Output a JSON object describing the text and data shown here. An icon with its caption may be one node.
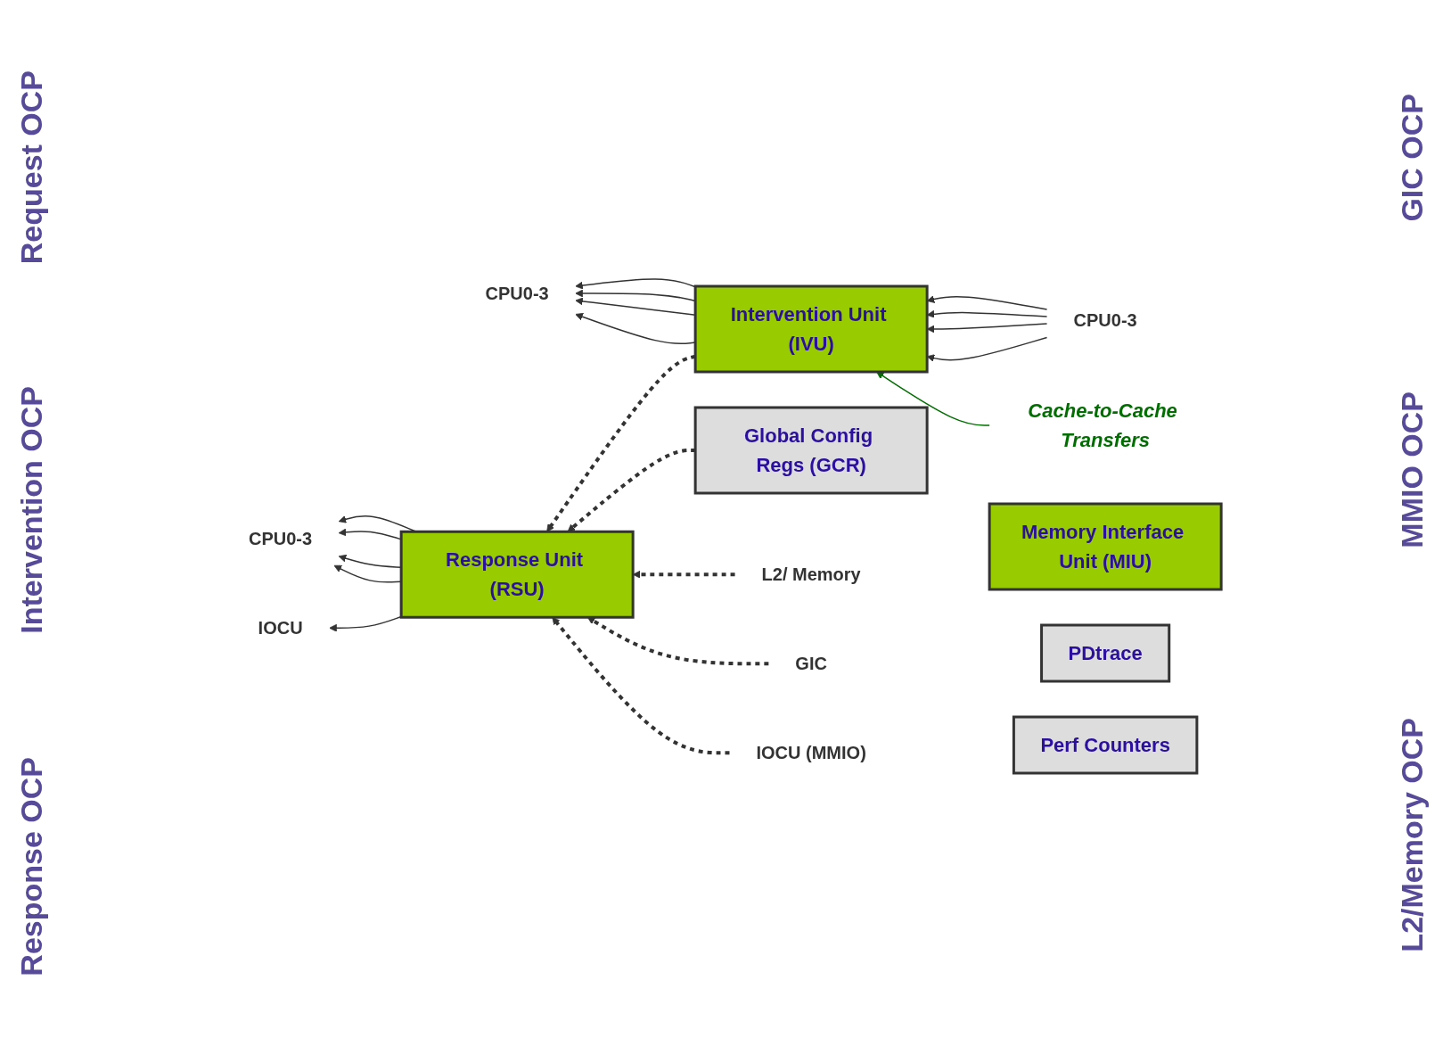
{
  "diagram": {
    "nodes": [
      {
        "text": [
          "Global Config Regs (GCR)"
        ]
      },
      {
        "text": [
          "Cache-to-Cache Transfers"
        ]
      },
      {
        "text": [
          "CPU0-3"
        ]
      },
      {
        "text": [
          "Intervention Unit (IVU)"
        ]
      },
      {
        "text": [
          "CPU0-3"
        ]
      },
      {
        "text": [
          "Memory Interface Unit (MIU)"
        ]
      },
      {
        "text": [
          "L2/ Memory"
        ]
      },
      {
        "text": [
          "CPU0-3"
        ]
      },
      {
        "text": [
          "IOCU"
        ]
      },
      {
        "text": [
          "Response Unit (RSU)"
        ]
      },
      {
        "text": [
          "GIC"
        ]
      },
      {
        "text": [
          "IOCU (MMIO)"
        ]
      },
      {
        "text": [
          "PDtrace"
        ]
      },
      {
        "text": [
          "Perf Counters"
        ]
      }
    ],
    "edges": [
      {
        "from": 3,
        "to": 2,
        "arrow": "to"
      },
      {
        "from": 3,
        "to": 2,
        "arrow": "to"
      },
      {
        "from": 3,
        "to": 2,
        "arrow": "to"
      },
      {
        "from": 3,
        "to": 2,
        "arrow": "to"
      },
      {
        "from": 4,
        "to": 3,
        "arrow": "to"
      },
      {
        "from": 4,
        "to": 3,
        "arrow": "to"
      },
      {
        "from": 4,
        "to": 3,
        "arrow": "to"
      },
      {
        "from": 4,
        "to": 3,
        "arrow": "to"
      },
      {
        "from": 1,
        "to": 3,
        "arrow": "to",
        "color": "#006e00"
      },
      {
        "from": 3,
        "to": 9,
        "arrow": "to",
        "style": "dashed"
      },
      {
        "from": 0,
        "to": 9,
        "arrow": "to",
        "style": "dashed"
      },
      {
        "from": 6,
        "to": 9,
        "arrow": "to",
        "style": "dashed"
      },
      {
        "from": 10,
        "to": 9,
        "arrow": "to",
        "style": "dashed"
      },
      {
        "from": 11,
        "to": 9,
        "arrow": "to",
        "style": "dashed"
      },
      {
        "from": 9,
        "to": 7,
        "arrow": "to"
      },
      {
        "from": 9,
        "to": 7,
        "arrow": "to"
      },
      {
        "from": 9,
        "to": 7,
        "arrow": "to"
      },
      {
        "from": 9,
        "to": 7,
        "arrow": "to"
      },
      {
        "from": 9,
        "to": 8,
        "arrow": "to"
      }
    ],
    "labels": [
      "Request OCP",
      "Intervention OCP",
      "Response OCP",
      "GIC OCP",
      "MMIO OCP",
      "L2/Memory OCP"
    ]
  }
}
